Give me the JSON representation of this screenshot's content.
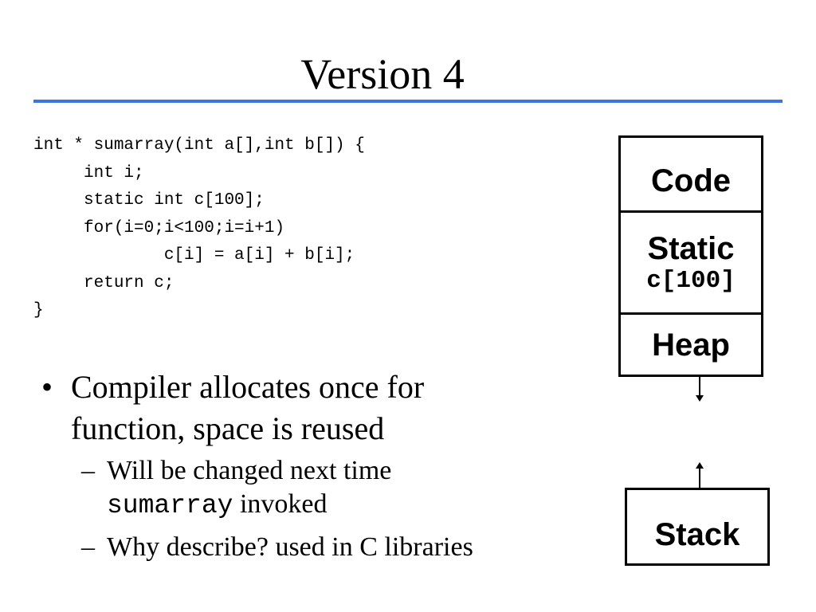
{
  "title": "Version 4",
  "code_lines": [
    "int * sumarray(int a[],int b[]) {",
    "     int i;",
    "     static int c[100];",
    "",
    "     for(i=0;i<100;i=i+1)",
    "             c[i] = a[i] + b[i];",
    "     return c;",
    "}"
  ],
  "bullet": {
    "marker": "•",
    "text": "Compiler allocates once for function, space is reused",
    "subs": [
      {
        "marker": "–",
        "text_before": "Will be changed next time",
        "code": "sumarray",
        "text_after": "invoked"
      },
      {
        "marker": "–",
        "text": "Why describe? used in C libraries"
      }
    ]
  },
  "memory": {
    "code_label": "Code",
    "static_label": "Static",
    "static_var": "c[100]",
    "heap_label": "Heap",
    "stack_label": "Stack"
  },
  "colors": {
    "rule": "#3b76e0",
    "text": "#000000",
    "background": "#ffffff"
  }
}
